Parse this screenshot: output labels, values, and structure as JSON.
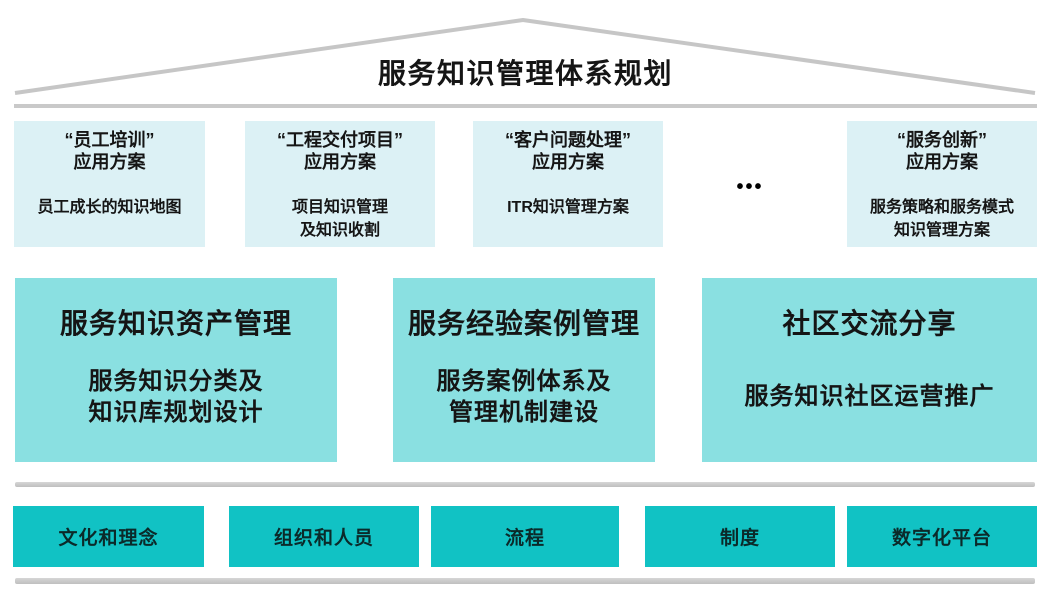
{
  "colors": {
    "app_box_bg": "#dcf1f5",
    "capability_box_bg": "#8ae0e1",
    "foundation_box_bg": "#11c2c4",
    "line_gray": "#c9c9c9",
    "text": "#151515"
  },
  "roof": {
    "title": "服务知识管理体系规划"
  },
  "applications": {
    "ellipsis": "•••",
    "items": [
      {
        "name": "“员工培训”\n应用方案",
        "desc": "员工成长的知识地图"
      },
      {
        "name": "“工程交付项目”\n应用方案",
        "desc": "项目知识管理\n及知识收割"
      },
      {
        "name": "“客户问题处理”\n应用方案",
        "desc": "ITR知识管理方案"
      },
      {
        "name": "“服务创新”\n应用方案",
        "desc": "服务策略和服务模式\n知识管理方案"
      }
    ]
  },
  "capabilities": {
    "items": [
      {
        "title": "服务知识资产管理",
        "desc": "服务知识分类及\n知识库规划设计"
      },
      {
        "title": "服务经验案例管理",
        "desc": "服务案例体系及\n管理机制建设"
      },
      {
        "title": "社区交流分享",
        "desc": "服务知识社区运营推广"
      }
    ]
  },
  "foundations": {
    "items": [
      {
        "label": "文化和理念"
      },
      {
        "label": "组织和人员"
      },
      {
        "label": "流程"
      },
      {
        "label": "制度"
      },
      {
        "label": "数字化平台"
      }
    ]
  }
}
